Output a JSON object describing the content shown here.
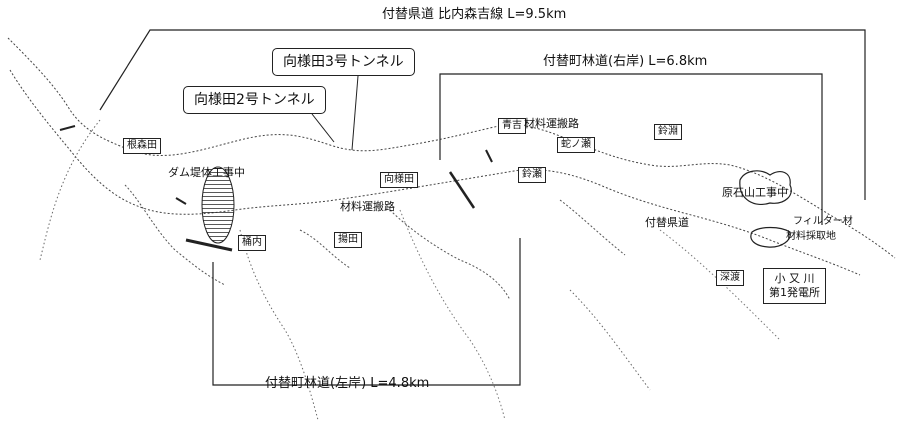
{
  "routes": {
    "prefectural": "付替県道 比内森吉線 L=9.5km",
    "forest_right": "付替町林道(右岸) L=6.8km",
    "forest_left": "付替町林道(左岸) L=4.8km"
  },
  "tunnels": {
    "tunnel_3": "向様田3号トンネル",
    "tunnel_2": "向様田2号トンネル"
  },
  "places": {
    "nezomori": "根森田",
    "mukaiyoda": "向様田",
    "aoyoshi": "青吉",
    "hebinose": "蛇ノ瀬",
    "suzuse": "鈴瀬",
    "suzubuchi": "鈴淵",
    "zenda": "揚田",
    "hiuchi": "桶内",
    "fukabuchi": "深渡"
  },
  "labels": {
    "dam_work": "ダム堤体工事中",
    "material_road_1": "材料運搬路",
    "material_road_2": "材料運搬路",
    "quarry": "原石山工事中",
    "pref_road": "付替県道",
    "filter": "フィルター材",
    "collection": "材料採取地"
  },
  "station": {
    "line1": "小 又 川",
    "line2": "第1発電所"
  }
}
